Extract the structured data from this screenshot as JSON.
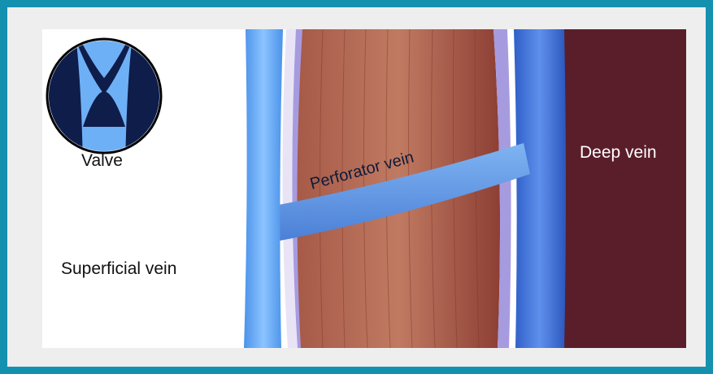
{
  "labels": {
    "valve": "Valve",
    "superficial_vein": "Superficial vein",
    "perforator_vein": "Perforator vein",
    "deep_vein": "Deep vein"
  },
  "colors": {
    "border": "#1591b0",
    "vein_light": "#6eb0f5",
    "vein_deep": "#3d6fd8",
    "muscle": "#b56a52",
    "deep_tissue": "#5a1e2a",
    "valve_dark": "#0f1d4a"
  }
}
